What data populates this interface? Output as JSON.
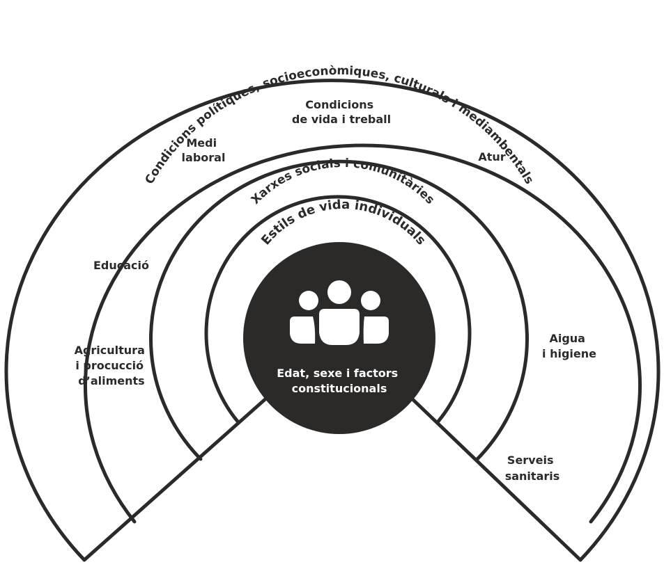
{
  "colors": {
    "ink": "#2b2a29",
    "background": "#ffffff",
    "center_text": "#ffffff"
  },
  "icon": "people-group-icon",
  "rings": {
    "outer": "Condicions polítiques, socioeconòmiques, culturals i mediambentals",
    "social": "Xarxes socials i comunitàries",
    "lifestyle": "Estils de vida individuals"
  },
  "center": {
    "line1": "Edat, sexe i factors",
    "line2": "constitucionals"
  },
  "factors": {
    "living_conditions": {
      "line1": "Condicions",
      "line2": "de vida i treball"
    },
    "work_environment": {
      "line1": "Medi",
      "line2": "laboral"
    },
    "unemployment": {
      "line1": "Atur"
    },
    "education": {
      "line1": "Educació"
    },
    "agriculture": {
      "line1": "Agricultura",
      "line2": "i procucció",
      "line3": "d’aliments"
    },
    "water": {
      "line1": "Aigua",
      "line2": "i higiene"
    },
    "health_services": {
      "line1": "Serveis",
      "line2": "sanitaris"
    }
  }
}
